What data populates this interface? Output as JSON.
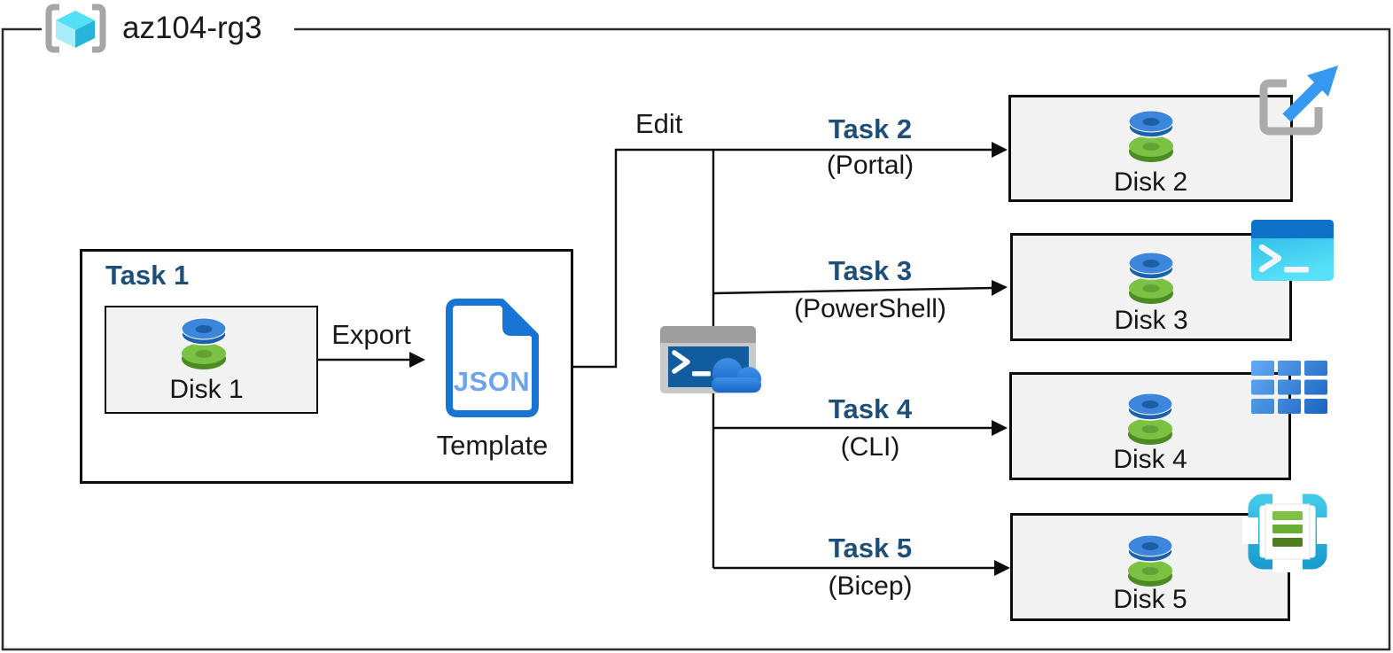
{
  "diagram": {
    "resource_group": {
      "name": "az104-rg3",
      "icon": "resource-group-icon"
    },
    "task1": {
      "title": "Task 1",
      "source_disk": "Disk 1",
      "export_label": "Export",
      "json_doc_text": "JSON",
      "template_label": "Template"
    },
    "edit_label": "Edit",
    "center_icon": "cloud-shell-icon",
    "branches": [
      {
        "task": "Task 2",
        "method": "(Portal)",
        "disk": "Disk 2",
        "tool_icon": "azure-portal-icon"
      },
      {
        "task": "Task 3",
        "method": "(PowerShell)",
        "disk": "Disk 3",
        "tool_icon": "powershell-icon"
      },
      {
        "task": "Task 4",
        "method": "(CLI)",
        "disk": "Disk 4",
        "tool_icon": "azure-cli-icon"
      },
      {
        "task": "Task 5",
        "method": "(Bicep)",
        "disk": "Disk 5",
        "tool_icon": "bicep-template-icon"
      }
    ],
    "colors": {
      "task_label": "#1F4E79",
      "box_fill": "#F2F2F2",
      "connector": "#0d0d0d",
      "json_doc_blue": "#1774D4",
      "json_text_blue": "#6FA4EC",
      "disk_blue": "#3C87DC",
      "disk_green": "#7BC143",
      "rg_cube_cyan": "#53DFF6",
      "bracket_grey": "#A6A6A6"
    }
  }
}
